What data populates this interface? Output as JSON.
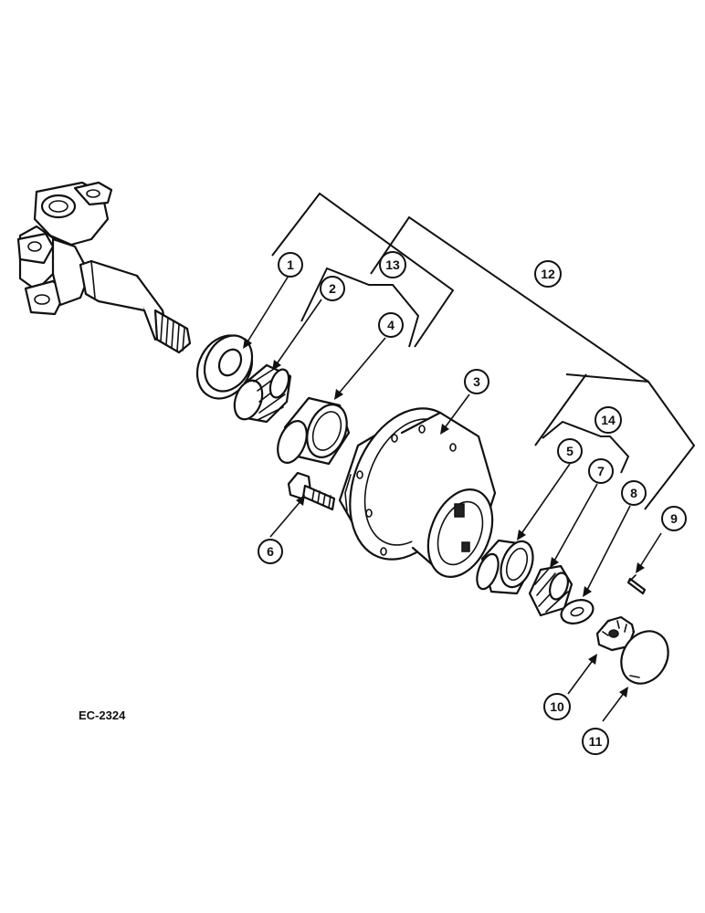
{
  "figure_code": "EC-2324",
  "callouts": [
    {
      "id": "c1",
      "label": "1"
    },
    {
      "id": "c2",
      "label": "2"
    },
    {
      "id": "c3",
      "label": "3"
    },
    {
      "id": "c4",
      "label": "4"
    },
    {
      "id": "c5",
      "label": "5"
    },
    {
      "id": "c6",
      "label": "6"
    },
    {
      "id": "c7",
      "label": "7"
    },
    {
      "id": "c8",
      "label": "8"
    },
    {
      "id": "c9",
      "label": "9"
    },
    {
      "id": "c10",
      "label": "10"
    },
    {
      "id": "c11",
      "label": "11"
    },
    {
      "id": "c12",
      "label": "12"
    },
    {
      "id": "c13",
      "label": "13"
    },
    {
      "id": "c14",
      "label": "14"
    }
  ],
  "colors": {
    "line": "#111111",
    "background": "#ffffff"
  }
}
